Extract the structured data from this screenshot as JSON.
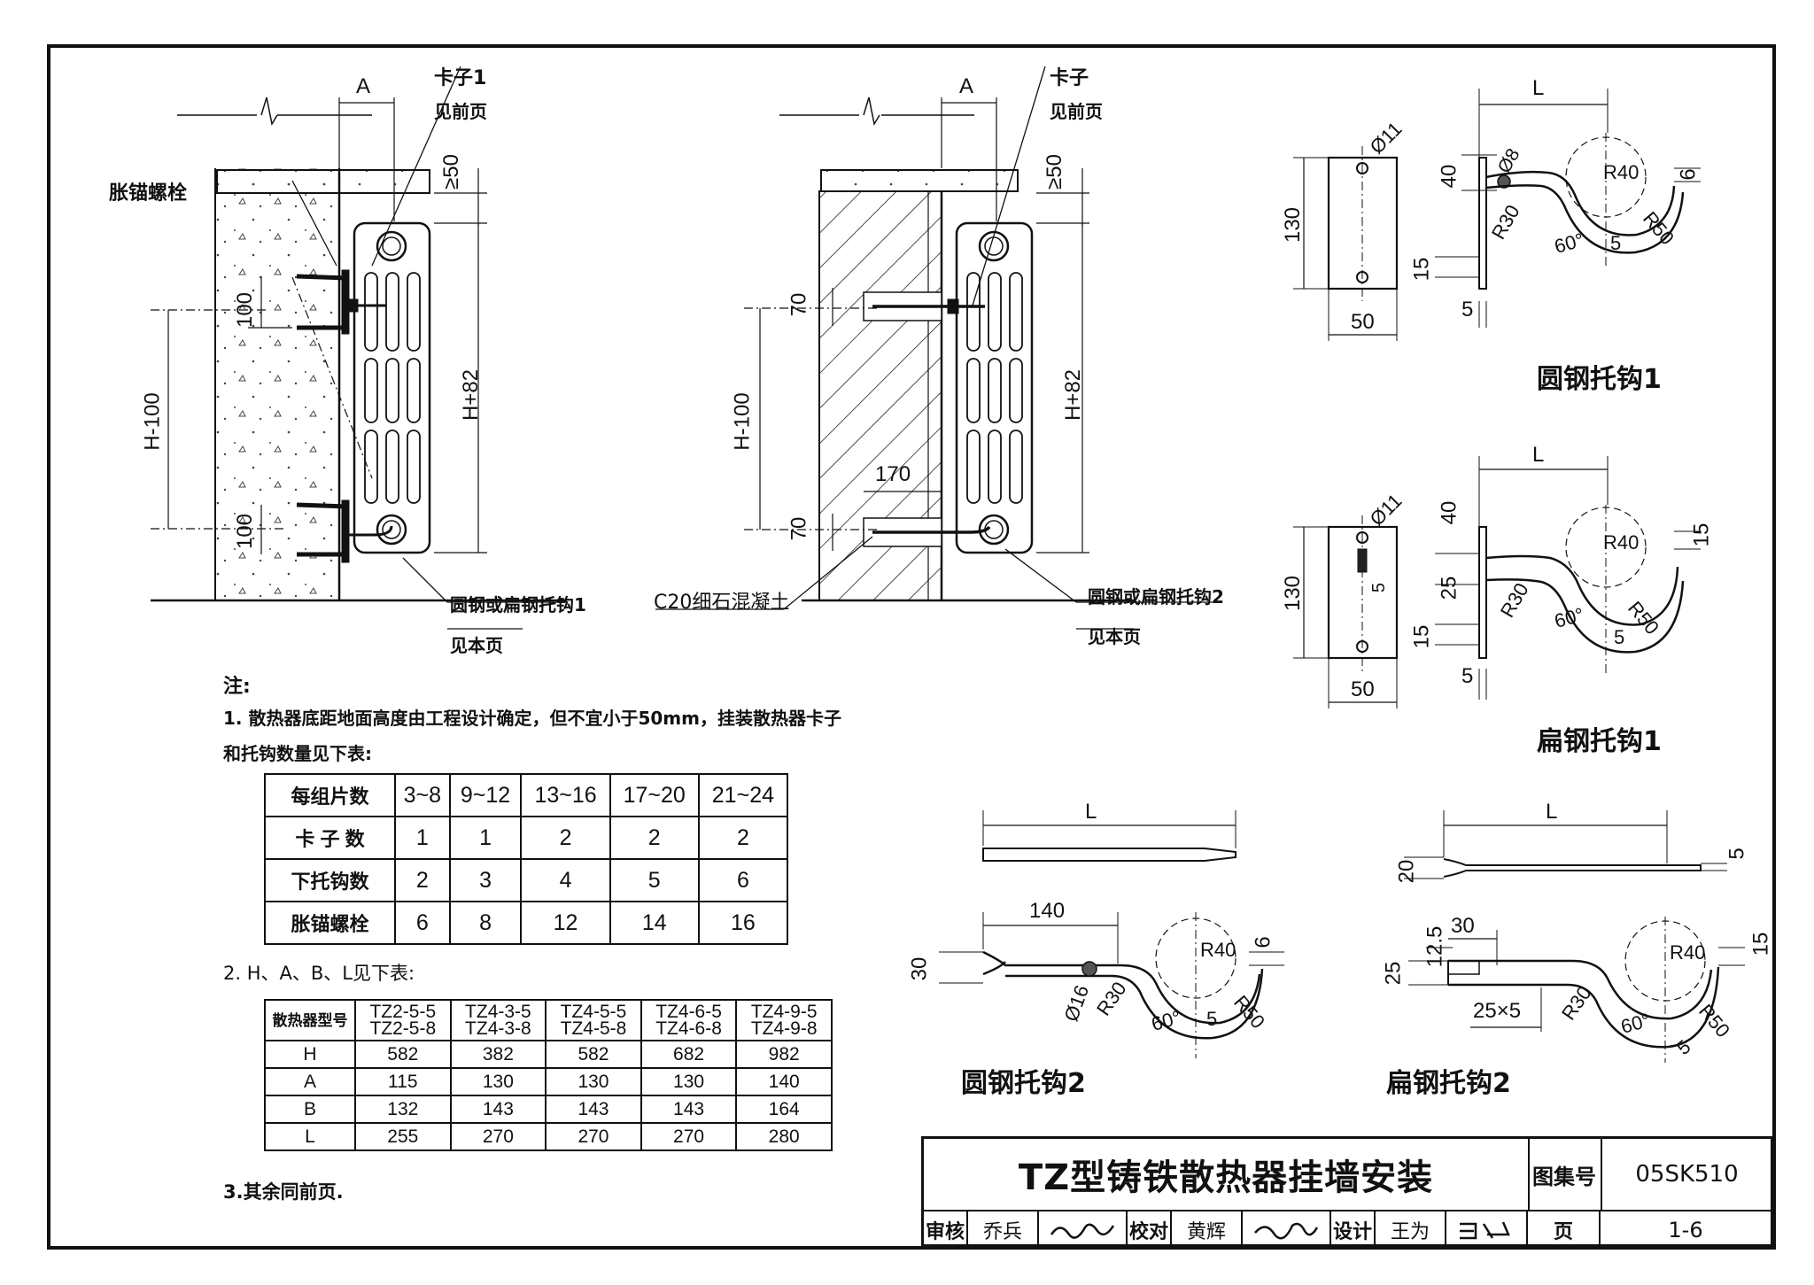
{
  "drawing": {
    "left_view": {
      "clip_label": "卡子1",
      "clip_ref": "见前页",
      "bolt_label": "胀锚螺栓",
      "hook_label": "圆钢或扁钢托钩1",
      "hook_ref": "见本页",
      "dims": {
        "a": "A",
        "top": "≥50",
        "h100": "H-100",
        "h82": "H+82",
        "d100a": "100",
        "d100b": "100"
      }
    },
    "middle_view": {
      "clip_label": "卡子",
      "clip_ref": "见前页",
      "concrete_label": "C20细石混凝土",
      "hook_label": "圆钢或扁钢托钩2",
      "hook_ref": "见本页",
      "dims": {
        "a": "A",
        "top": "≥50",
        "h100": "H-100",
        "h82": "H+82",
        "d70a": "70",
        "d70b": "70",
        "d170": "170"
      }
    },
    "round_hook_1": {
      "title": "圆钢托钩1",
      "dims": {
        "l": "L",
        "phi11": "Ø11",
        "phi8": "Ø8",
        "d130": "130",
        "d50": "50",
        "d15": "15",
        "d5": "5",
        "d40": "40",
        "r40": "R40",
        "r30": "R30",
        "r50": "R50",
        "a60": "60°",
        "d6": "6",
        "d5b": "5"
      }
    },
    "flat_hook_1": {
      "title": "扁钢托钩1",
      "dims": {
        "l": "L",
        "phi11": "Ø11",
        "d130": "130",
        "d50": "50",
        "d15": "15",
        "d5": "5",
        "d5c": "5",
        "d40": "40",
        "d25": "25",
        "r40": "R40",
        "r30": "R30",
        "r50": "R50",
        "a60": "60°",
        "d15b": "15",
        "d5b": "5"
      }
    },
    "round_hook_2": {
      "title": "圆钢托钩2",
      "dims": {
        "l": "L",
        "d140": "140",
        "d30": "30",
        "phi16": "Ø16",
        "r40": "R40",
        "r30": "R30",
        "r50": "R50",
        "a60": "60°",
        "d6": "6",
        "d5": "5"
      }
    },
    "flat_hook_2": {
      "title": "扁钢托钩2",
      "dims": {
        "l": "L",
        "d20": "20",
        "d5": "5",
        "d12_5": "12.5",
        "d30": "30",
        "d25": "25",
        "size": "25×5",
        "r40": "R40",
        "r30": "R30",
        "r50": "R50",
        "a60": "60°",
        "d15": "15",
        "d5b": "5"
      }
    }
  },
  "notes": {
    "heading": "注:",
    "note1_line1": "1. 散热器底距地面高度由工程设计确定，但不宜小于50mm，挂装散热器卡子",
    "note1_line2": "和托钩数量见下表:",
    "note2": "2. H、A、B、L见下表:",
    "note3": "3.其余同前页."
  },
  "table1": {
    "rows": [
      {
        "label": "每组片数",
        "values": [
          "3~8",
          "9~12",
          "13~16",
          "17~20",
          "21~24"
        ]
      },
      {
        "label": "卡 子 数",
        "values": [
          "1",
          "1",
          "2",
          "2",
          "2"
        ]
      },
      {
        "label": "下托钩数",
        "values": [
          "2",
          "3",
          "4",
          "5",
          "6"
        ]
      },
      {
        "label": "胀锚螺栓",
        "values": [
          "6",
          "8",
          "12",
          "14",
          "16"
        ]
      }
    ]
  },
  "table2": {
    "header_label": "散热器型号",
    "models": [
      {
        "line1": "TZ2-5-5",
        "line2": "TZ2-5-8"
      },
      {
        "line1": "TZ4-3-5",
        "line2": "TZ4-3-8"
      },
      {
        "line1": "TZ4-5-5",
        "line2": "TZ4-5-8"
      },
      {
        "line1": "TZ4-6-5",
        "line2": "TZ4-6-8"
      },
      {
        "line1": "TZ4-9-5",
        "line2": "TZ4-9-8"
      }
    ],
    "rows": [
      {
        "label": "H",
        "values": [
          "582",
          "382",
          "582",
          "682",
          "982"
        ]
      },
      {
        "label": "A",
        "values": [
          "115",
          "130",
          "130",
          "130",
          "140"
        ]
      },
      {
        "label": "B",
        "values": [
          "132",
          "143",
          "143",
          "143",
          "164"
        ]
      },
      {
        "label": "L",
        "values": [
          "255",
          "270",
          "270",
          "270",
          "280"
        ]
      }
    ]
  },
  "title_block": {
    "title": "TZ型铸铁散热器挂墙安装",
    "atlas_label": "图集号",
    "atlas_code": "05SK510",
    "review_label": "审核",
    "review_name": "乔兵",
    "check_label": "校对",
    "check_name": "黄辉",
    "design_label": "设计",
    "design_name": "王为",
    "page_label": "页",
    "page_number": "1-6"
  }
}
